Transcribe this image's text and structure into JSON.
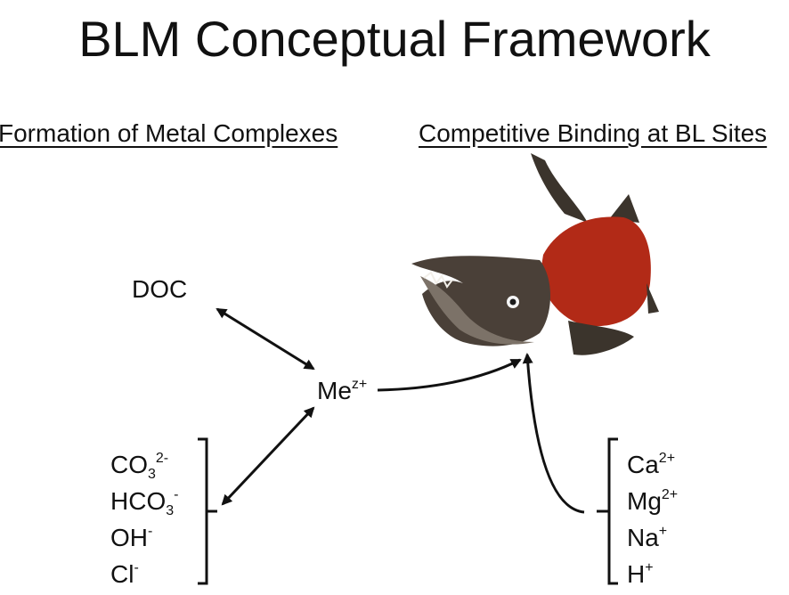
{
  "title": "BLM Conceptual Framework",
  "left_section": "Formation of Metal Complexes",
  "right_section": "Competitive Binding at BL Sites",
  "metal": {
    "base": "Me",
    "charge": "z+"
  },
  "doc_label": "DOC",
  "ligands": [
    {
      "base": "CO",
      "sub": "3",
      "sup": "2-"
    },
    {
      "base": "HCO",
      "sub": "3",
      "sup": "-"
    },
    {
      "base": "OH",
      "sub": "",
      "sup": "-"
    },
    {
      "base": "Cl",
      "sub": "",
      "sup": "-"
    }
  ],
  "cations": [
    {
      "base": "Ca",
      "sup": "2+"
    },
    {
      "base": "Mg",
      "sup": "2+"
    },
    {
      "base": "Na",
      "sup": "+"
    },
    {
      "base": "H",
      "sup": "+"
    }
  ],
  "fish_icon": "salmon-illustration",
  "colors": {
    "text": "#111111",
    "fish_body": "#b22a17",
    "fish_head": "#4a4038",
    "fish_fin": "#3b342c"
  }
}
